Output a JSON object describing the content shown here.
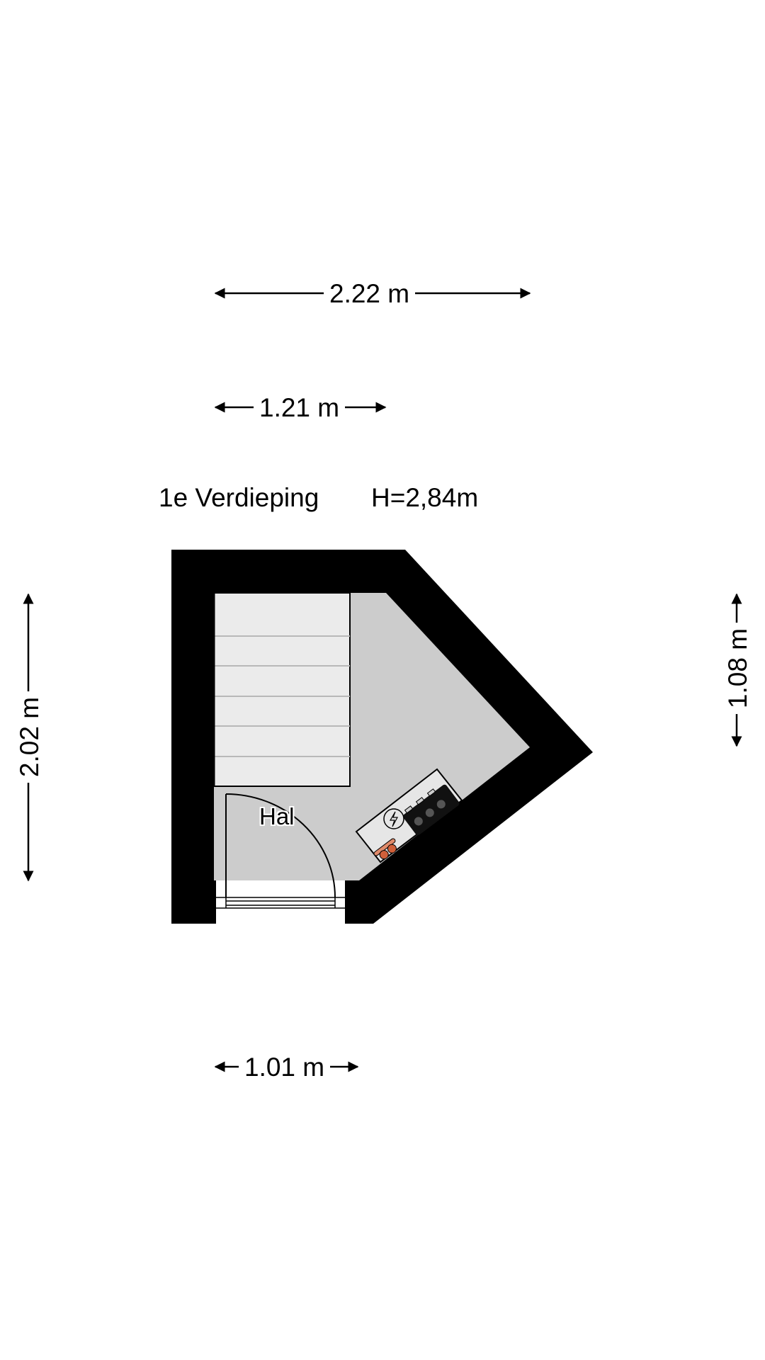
{
  "floor": {
    "name": "1e Verdieping",
    "height": "H=2,84m"
  },
  "dimensions": {
    "top_total": "2.22 m",
    "top_partial": "1.21 m",
    "left": "2.02 m",
    "right": "1.08 m",
    "bottom": "1.01 m"
  },
  "rooms": [
    {
      "label": "Hal"
    }
  ],
  "colors": {
    "wall": "#000000",
    "floor": "#cccccc",
    "stairs": "#ebebeb",
    "knobs": "#d0603a",
    "background": "#ffffff"
  },
  "icons": [
    "stairs",
    "door-swing",
    "kitchen-counter",
    "electric-hob",
    "lightning-symbol",
    "dimension-arrow"
  ]
}
